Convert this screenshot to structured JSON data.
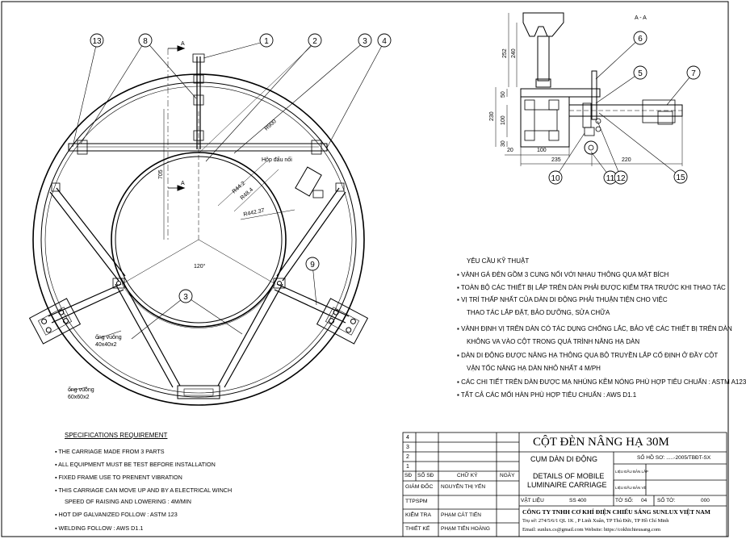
{
  "balloons": {
    "b1": "1",
    "b2": "2",
    "b3": "3",
    "b4": "4",
    "b5": "5",
    "b6": "6",
    "b7": "7",
    "b8": "8",
    "b9": "9",
    "b10": "10",
    "b11": "11",
    "b12": "12",
    "b13": "13",
    "b15": "15"
  },
  "plan": {
    "section_mark": "A",
    "dim_705": "705",
    "dim_r900": "R900",
    "dim_r44_2": "R44.2",
    "dim_r48_4": "R48.4",
    "dim_r442_37": "R442.37",
    "angle_120": "120°",
    "junction_box": "Hộp đấu nối",
    "tube1_name": "ống vuông",
    "tube1_size": "40x40x2",
    "tube2_name": "ống vuông",
    "tube2_size": "60x60x2"
  },
  "section": {
    "title": "A - A",
    "dims": {
      "d252": "252",
      "d240": "240",
      "d230": "230",
      "d50": "50",
      "d100v": "100",
      "d30": "30",
      "d20": "20",
      "d100h": "100",
      "d235": "235",
      "d220": "220"
    }
  },
  "requirements": {
    "heading": "YÊU CẦU KỸ THUẬT",
    "items": [
      "VÀNH GÁ ĐÈN GỒM 3 CUNG NỐI VỚI NHAU THÔNG QUA MẶT BÍCH",
      "TOÀN BỘ CÁC THIẾT BỊ LẮP TRÊN DÀN PHẢI ĐƯỢC KIỂM TRA TRƯỚC KHI THAO TÁC",
      "VỊ TRÍ THẤP NHẤT CỦA DÀN DI ĐỘNG PHẢI THUẬN TIỆN CHO VIỆC",
      "THAO TÁC LẮP ĐẶT, BẢO DƯỠNG, SỬA CHỮA",
      "VÀNH ĐỊNH VỊ TRÊN DÀN CÓ TÁC DỤNG CHỐNG LẮC, BẢO VỆ CÁC THIẾT BỊ TRÊN DÀN",
      "KHÔNG VA VÀO CỘT TRONG QUÁ TRÌNH NÂNG HẠ DÀN",
      "DÀN DI ĐỘNG ĐƯỢC NÂNG HẠ THÔNG QUA BỘ TRUYỀN LẮP CỐ ĐỊNH Ở ĐẦY CỘT",
      "VẬN TỐC NÂNG HẠ DÀN NHỎ NHẤT 4 M/PH",
      "CÁC CHI TIẾT TRÊN DÀN ĐƯỢC MẠ NHÚNG KẼM NÓNG PHÙ HỢP TIÊU CHUẨN : ASTM A123",
      "TẤT CẢ CÁC MỐI HÀN PHÙ HỢP TIÊU CHUẨN : AWS D1.1"
    ]
  },
  "specifications": {
    "heading": "SPECIFICATIONS REQUIREMENT",
    "items": [
      "THE CARRIAGE MADE FROM 3 PARTS",
      "ALL EQUIPMENT MUST BE TEST BEFORE INSTALLATION",
      "FIXED FRAME USE TO PRENENT VIBRATION",
      "THIS CARRIAGE CAN MOVE UP AND BY A ELECTRICAL WINCH",
      "SPEED OF RAISING AND LOWERING : 4M/MIN",
      "HOT DIP GALVANIZED FOLLOW : ASTM 123",
      "WELDING FOLLOW : AWS D1.1"
    ]
  },
  "title_block": {
    "rev_rows": [
      "4",
      "3",
      "2",
      "1"
    ],
    "header": {
      "sd": "SĐ",
      "so_sd": "SỐ SĐ",
      "chu_ky": "CHỮ KÝ",
      "ngay": "NGÀY"
    },
    "roles": [
      {
        "role": "GIÁM ĐỐC",
        "name": "NGUYỄN THỊ YẾN"
      },
      {
        "role": "TTPSPM",
        "name": ""
      },
      {
        "role": "KIỂM TRA",
        "name": "PHẠM CÁT TIẾN"
      },
      {
        "role": "THIẾT KẾ",
        "name": "PHẠM TIẾN HOÀNG"
      }
    ],
    "project_title": "CỘT ĐÈN NÂNG HẠ 30M",
    "part_name_vi": "CỤM DÀN DI ĐỘNG",
    "part_name_en_1": "DETAILS OF MOBILE",
    "part_name_en_2": "LUMINAIRE CARRIAGE",
    "drawing_no": "SỐ HỒ SƠ: .....-2005/TBĐT-SX",
    "label_tl1": "LIỆU ĐẦU BẢN LẮP",
    "label_tl2": "LIỆU ĐẦU BẢN VẼ",
    "material_label": "VẬT LIỆU",
    "material": "SS 400",
    "sheet_label": "TỜ SỐ:",
    "sheet": "04",
    "sheet_count_label": "SỐ TỜ:",
    "sheet_count": "000",
    "company": "CÔNG TY TNHH CƠ KHÍ ĐIỆN CHIẾU SÁNG SUNLUX VIỆT NAM",
    "address": "Trụ sở: 274/5/6/1 QL 1K , P Linh Xuân, TP Thủ Đức, TP Hồ Chí Minh",
    "contact": "Email: sunlux.cs@gmail.com  Website: https://cokhichieusang.com"
  },
  "colors": {
    "line": "#000000",
    "background": "#ffffff"
  }
}
